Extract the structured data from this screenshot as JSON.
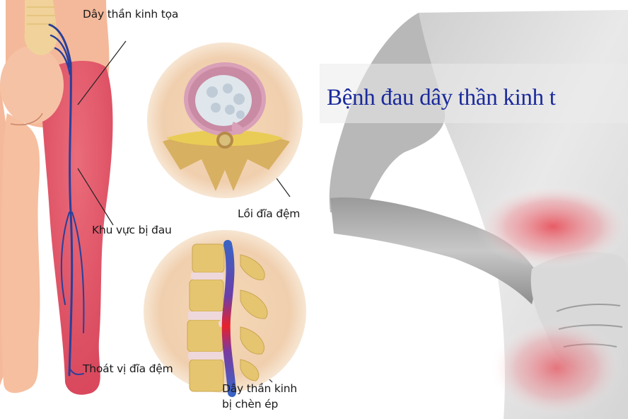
{
  "illustration": {
    "title": "Sciatica anatomy diagram",
    "labels": {
      "sciatic_nerve": "Dây thần kinh tọa",
      "herniated_bulge": "Lồi đĩa đệm",
      "pain_area": "Khu vực bị đau",
      "disc_herniation": "Thoát vị đĩa đệm",
      "compressed_nerve_line1": "Dây thần kinh",
      "compressed_nerve_line2": "bị chèn ép"
    },
    "colors": {
      "skin": "#f4b99a",
      "pain_region": "#e0566a",
      "nerve": "#2a3f9a",
      "circle_bg": "#f2d2b0",
      "bone": "#e8c766",
      "disc": "#d9a0b8",
      "nerve_compressed": "#e8212c"
    }
  },
  "photo": {
    "title": "Bệnh đau dây thần kinh t",
    "title_color": "#1a2a9c",
    "pain_highlight_color": "#e8434f"
  }
}
